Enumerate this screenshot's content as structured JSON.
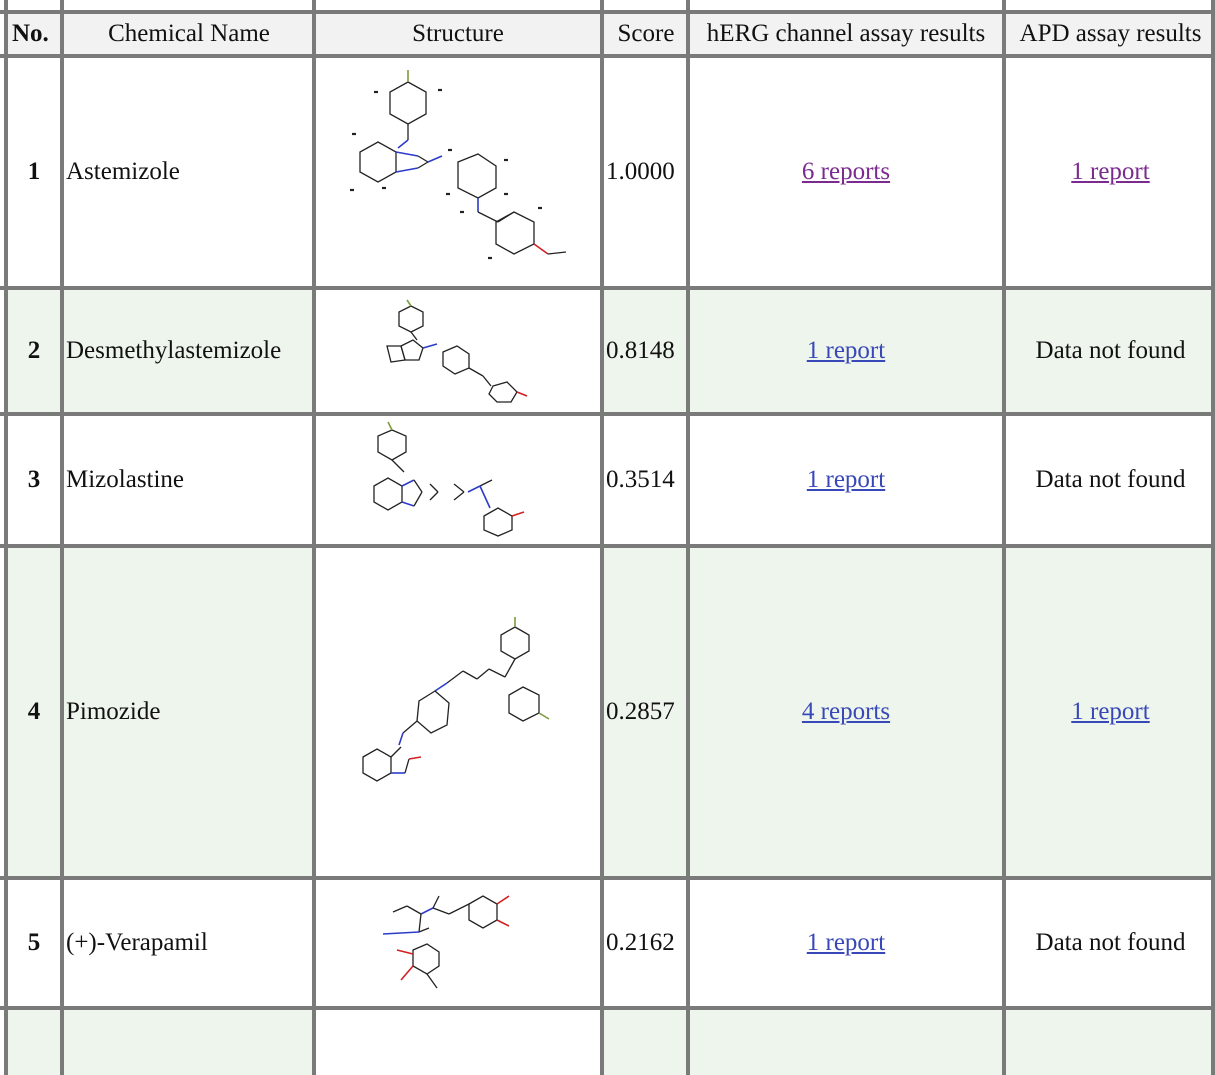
{
  "table": {
    "headers": {
      "no": "No.",
      "name": "Chemical Name",
      "structure": "Structure",
      "score": "Score",
      "herg": "hERG channel assay results",
      "apd": "APD assay results"
    },
    "rows": [
      {
        "no": "1",
        "name": "Astemizole",
        "structure_icon": "astemizole-structure",
        "score": "1.0000",
        "herg": "6 reports",
        "apd": "1 report"
      },
      {
        "no": "2",
        "name": "Desmethylastemizole",
        "structure_icon": "desmethylastemizole-structure",
        "score": "0.8148",
        "herg": "1 report",
        "apd": "Data not found"
      },
      {
        "no": "3",
        "name": "Mizolastine",
        "structure_icon": "mizolastine-structure",
        "score": "0.3514",
        "herg": "1 report",
        "apd": "Data not found"
      },
      {
        "no": "4",
        "name": "Pimozide",
        "structure_icon": "pimozide-structure",
        "score": "0.2857",
        "herg": "4 reports",
        "apd": "1 report"
      },
      {
        "no": "5",
        "name": "(+)-Verapamil",
        "structure_icon": "verapamil-structure",
        "score": "0.2162",
        "herg": "1 report",
        "apd": "Data not found"
      }
    ]
  },
  "colors": {
    "visited_link": "#7b2a8f",
    "link": "#3848b8",
    "alt_row_bg": "#eef5ec",
    "grid": "#7a7a7a"
  }
}
